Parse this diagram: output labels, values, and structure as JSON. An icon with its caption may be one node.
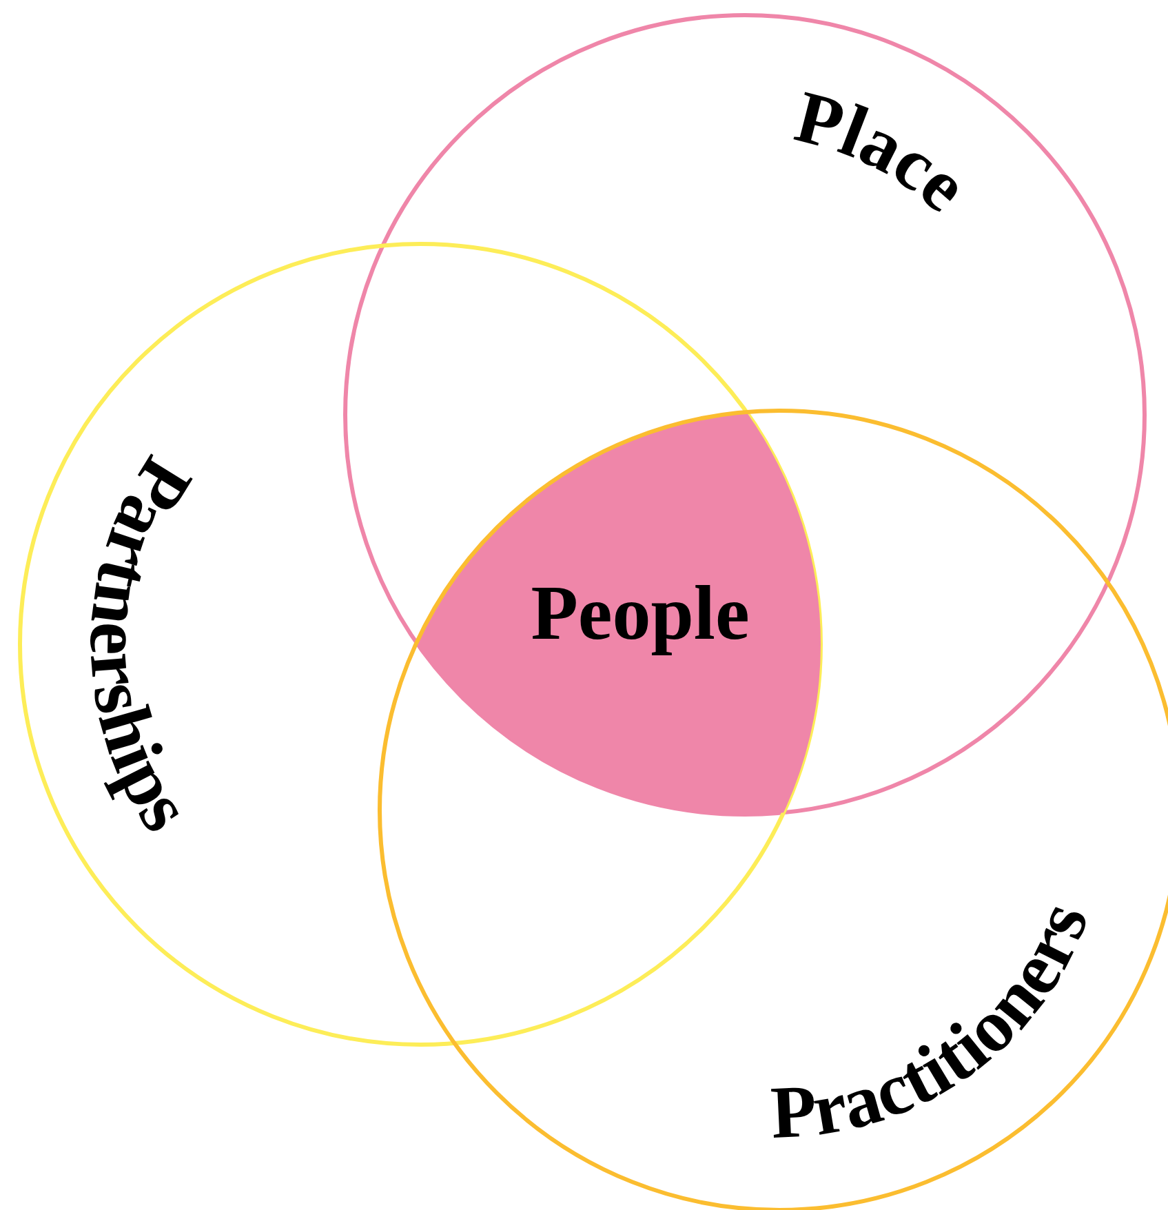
{
  "diagram": {
    "nodes": [
      {
        "text": [
          "Place"
        ]
      },
      {
        "text": [
          "Partnerships"
        ]
      },
      {
        "text": [
          "People"
        ]
      },
      {
        "text": [
          "Practitioners"
        ]
      }
    ]
  }
}
